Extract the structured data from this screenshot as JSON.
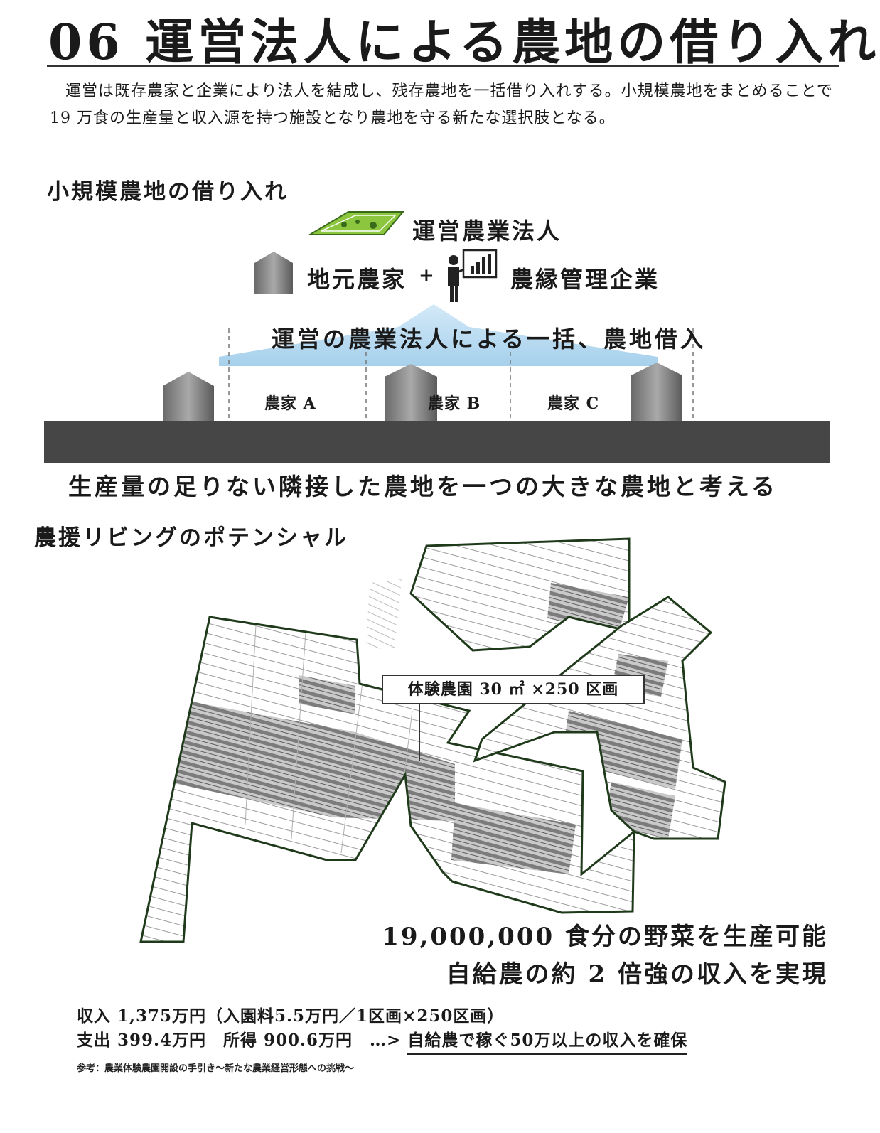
{
  "title": "06 運営法人による農地の借り入れ",
  "intro": "運営は既存農家と企業により法人を結成し、残存農地を一括借り入れする。小規模農地をまとめることで 19 万食の生産量と収入源を持つ施設となり農地を守る新たな選択肢となる。",
  "section1": {
    "heading": "小規模農地の借り入れ",
    "operator": "運営農業法人",
    "local_farmer": "地元農家",
    "plus": "+",
    "company": "農縁管理企業",
    "band": "運営の農業法人による一括、農地借入",
    "farms": [
      "農家 A",
      "農家 B",
      "農家 C"
    ],
    "caption": "生産量の足りない隣接した農地を一つの大きな農地と考える"
  },
  "section2": {
    "heading": "農援リビングのポテンシャル",
    "callout": "体験農園 30 ㎡ ×250 区画",
    "result_line1": "19,000,000 食分の野菜を生産可能",
    "result_line2": "自給農の約 2 倍強の収入を実現",
    "income_line": "収入 1,375万円（入園料5.5万円／1区画×250区画）",
    "expense_prefix": "支出 399.4万円　所得 900.6万円　…>",
    "expense_highlight": "自給農で稼ぐ50万以上の収入を確保",
    "source": "参考：農業体験農園開設の手引き～新たな農業経営形態への挑戦～"
  },
  "colors": {
    "field_green": "#8cc63f",
    "band_blue": "#a9d4ee",
    "plot_outline": "#1f3a1a",
    "ground_gray": "#3e3e3e"
  },
  "icons": [
    "farmland-icon",
    "building-icon",
    "presenter-chart-icon"
  ]
}
